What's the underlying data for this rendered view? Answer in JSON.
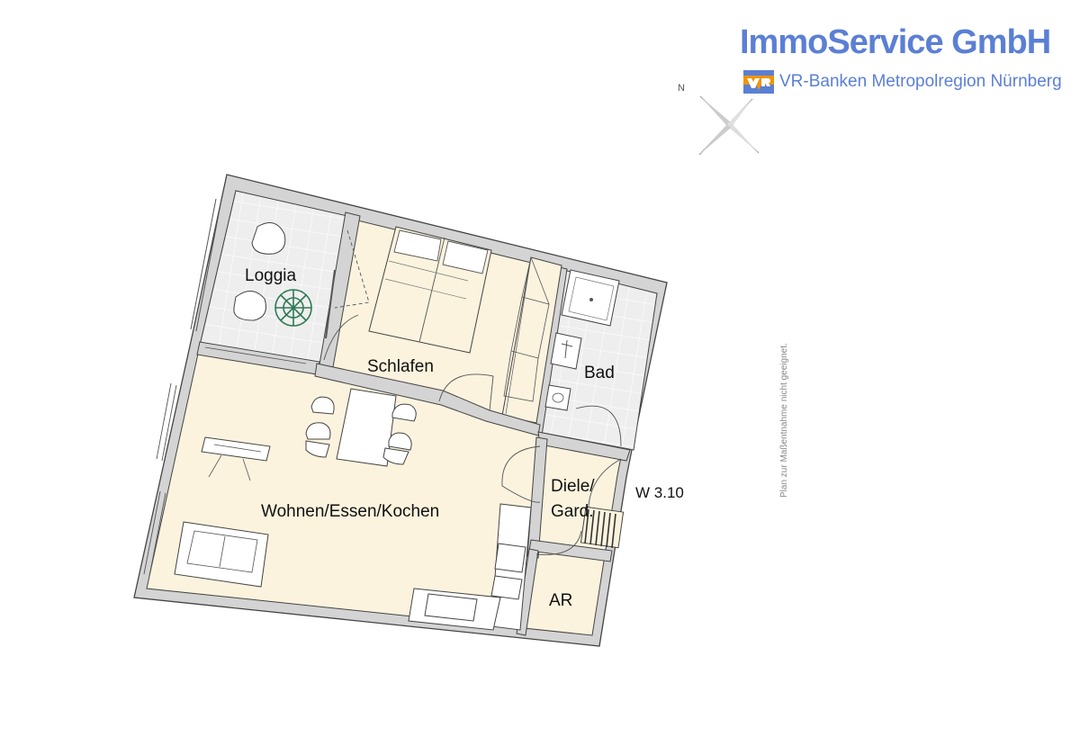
{
  "brand": {
    "name": "ImmoService GmbH",
    "subtitle": "VR-Banken Metropolregion Nürnberg",
    "logo_icon": "vr-bank-logo-icon",
    "color": "#5b7fd4",
    "logo_color": "#f29400"
  },
  "compass": {
    "label": "N",
    "icon": "compass-cross-icon"
  },
  "note": "Plan zur Maßentnahme nicht geeignet.",
  "unit_number": "W 3.10",
  "rooms": {
    "loggia": "Loggia",
    "schlafen": "Schlafen",
    "bad": "Bad",
    "wohnen": "Wohnen/Essen/Kochen",
    "diele_line1": "Diele/",
    "diele_line2": "Gard.",
    "ar": "AR"
  },
  "colors": {
    "interior_floor": "#fbf3de",
    "tiles": "#eeeeee",
    "wall": "#d4d4d4",
    "wall_outline": "#444444",
    "plant": "#2f7a55"
  }
}
